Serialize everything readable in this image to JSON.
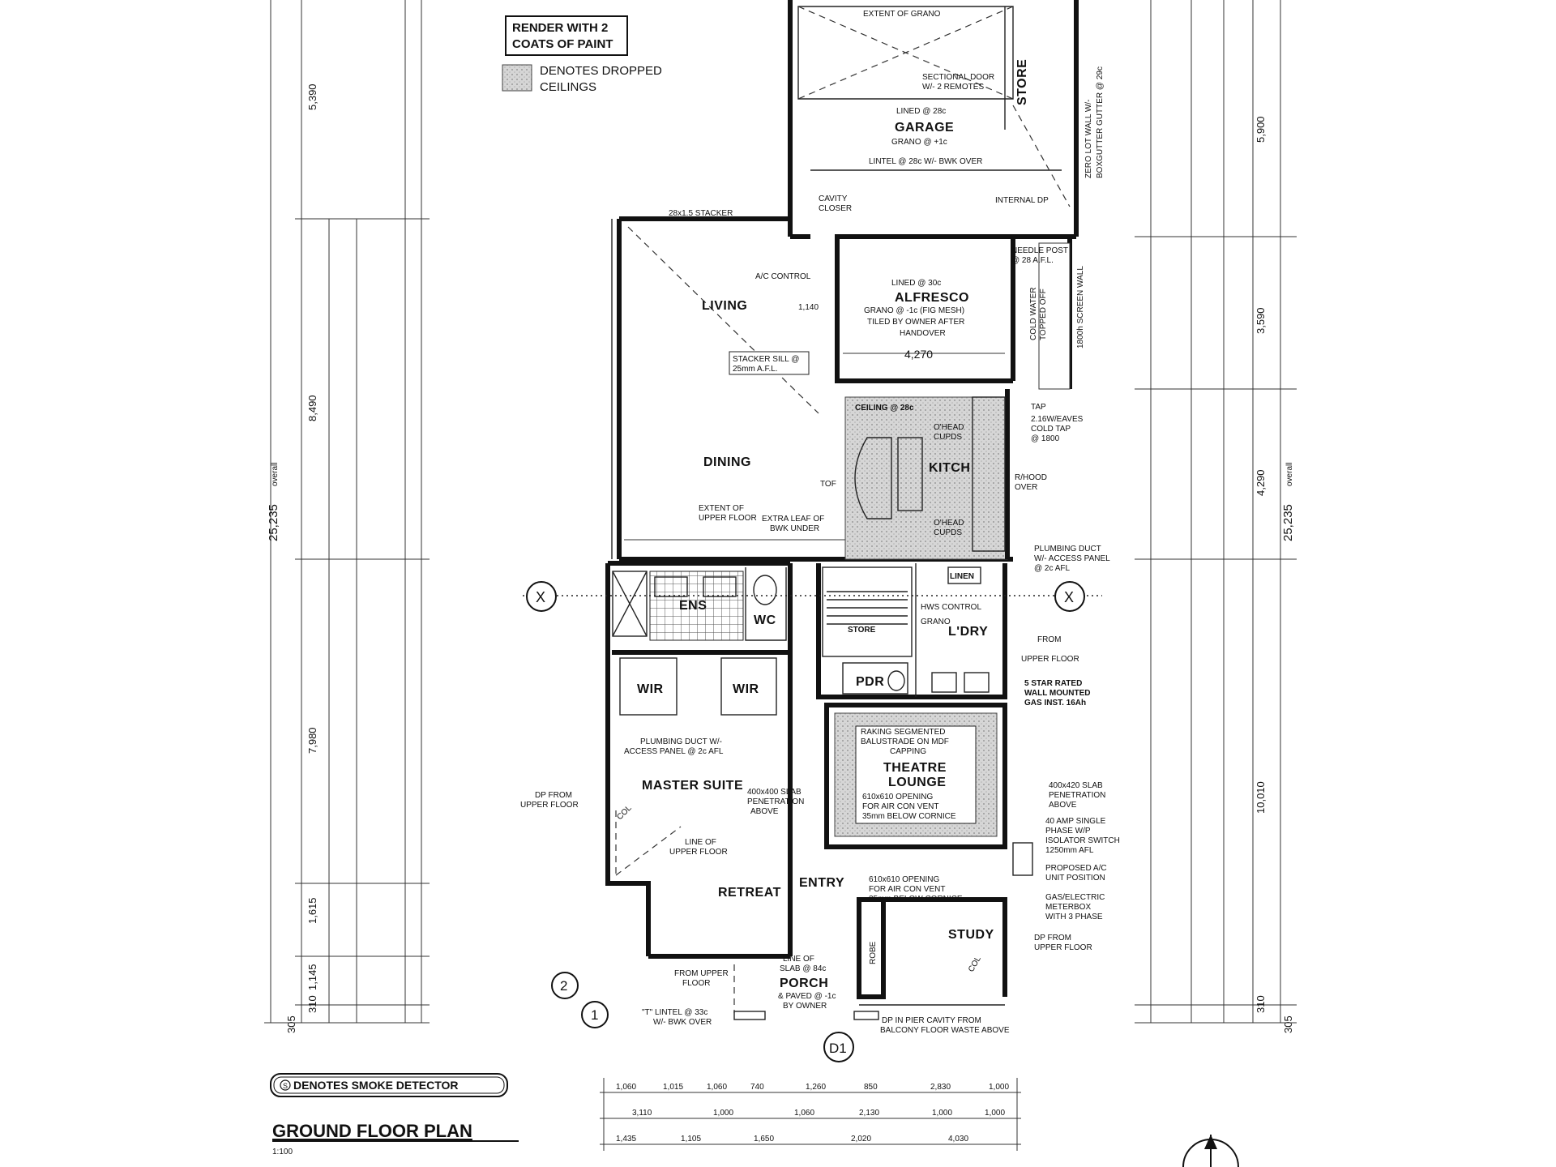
{
  "legend": {
    "render_note_line1": "RENDER WITH 2",
    "render_note_line2": "COATS OF PAINT",
    "dropped_line1": "DENOTES DROPPED",
    "dropped_line2": "CEILINGS",
    "smoke_detector": "DENOTES SMOKE DETECTOR",
    "smoke_symbol": "S"
  },
  "title": {
    "main": "GROUND FLOOR PLAN",
    "scale": "1:100"
  },
  "rooms": {
    "garage": "GARAGE",
    "store": "STORE",
    "living": "LIVING",
    "alfresco": "ALFRESCO",
    "dining": "DINING",
    "kitch": "KITCH",
    "ens": "ENS",
    "wc": "WC",
    "wir1": "WIR",
    "wir2": "WIR",
    "store2": "STORE",
    "ldry": "L'DRY",
    "linen": "LINEN",
    "pdr": "PDR",
    "theatre1": "THEATRE",
    "theatre2": "LOUNGE",
    "master": "MASTER SUITE",
    "retreat": "RETREAT",
    "entry": "ENTRY",
    "study": "STUDY",
    "porch": "PORCH"
  },
  "notes": {
    "extent_grano": "EXTENT OF GRANO",
    "sectional_door": "SECTIONAL DOOR",
    "sectional_door2": "W/- 2 REMOTES",
    "lined_garage": "LINED @ 28c",
    "grano_garage": "GRANO @ +1c",
    "lintel_garage": "LINTEL @ 28c W/- BWK OVER",
    "zero_lot": "ZERO LOT WALL W/-",
    "zero_lot2": "BOXGUTTER GUTTER @ 29c",
    "stacker_top": "28x1.5 STACKER",
    "cavity_closer": "CAVITY",
    "cavity_closer2": "CLOSER",
    "internal_dp": "INTERNAL DP",
    "ac_control": "A/C CONTROL",
    "lined_alf": "LINED @ 30c",
    "grano_alf": "GRANO @ -1c (FIG MESH)",
    "tiled_alf": "TILED BY OWNER AFTER",
    "handover": "HANDOVER",
    "dim_4270": "4,270",
    "stacker_sill": "STACKER SILL @",
    "stacker_sill2": "25mm A.F.L.",
    "needle_post": "NEEDLE POST",
    "needle_post2": "@ 28 A.F.L.",
    "cold_water": "COLD WATER",
    "cold_water2": "TOPPED OFF",
    "screen_wall": "1800h SCREEN WALL",
    "ceiling": "CEILING @ 28c",
    "ohead_cupds": "O'HEAD",
    "ohead_cupds2": "CUPDS",
    "tap": "TAP",
    "eaves_tap": "2.16W/EAVES",
    "eaves_tap2": "COLD TAP",
    "eaves_tap3": "@ 1800",
    "rhood": "R/HOOD",
    "rhood2": "OVER",
    "tof": "TOF",
    "extent_upper": "EXTENT OF",
    "extent_upper2": "UPPER FLOOR",
    "extra_leaf": "EXTRA LEAF OF",
    "extra_leaf2": "BWK UNDER",
    "plumbing_duct": "PLUMBING DUCT",
    "plumbing_duct2": "W/- ACCESS PANEL",
    "plumbing_duct3": "@ 2c AFL",
    "hws_control": "HWS CONTROL",
    "grano_ldry": "GRANO",
    "upper_floor_dp": "FROM",
    "upper_floor_dp2": "UPPER FLOOR",
    "gas_ins": "5 STAR RATED",
    "gas_ins2": "WALL MOUNTED",
    "gas_ins3": "GAS INST. 16Ah",
    "raking": "RAKING SEGMENTED",
    "raking2": "BALUSTRADE ON MDF",
    "raking3": "CAPPING",
    "opening": "610x610 OPENING",
    "opening2": "FOR AIR CON VENT",
    "opening3": "35mm BELOW CORNICE",
    "slab_pen": "400x420 SLAB",
    "slab_pen2": "PENETRATION",
    "slab_pen3": "ABOVE",
    "amp": "40 AMP SINGLE",
    "amp2": "PHASE W/P",
    "amp3": "ISOLATOR SWITCH",
    "amp4": "1250mm AFL",
    "ac_unit": "PROPOSED A/C",
    "ac_unit2": "UNIT POSITION",
    "meterbox": "GAS/ELECTRIC",
    "meterbox2": "METERBOX",
    "meterbox3": "WITH 3 PHASE",
    "dp_upper_r": "DP FROM",
    "dp_upper_r2": "UPPER FLOOR",
    "master_duct": "PLUMBING DUCT W/-",
    "master_duct2": "ACCESS PANEL @ 2c AFL",
    "master_slab": "400x400 SLAB",
    "master_slab2": "PENETRATION",
    "master_slab3": "ABOVE",
    "line_upper": "LINE OF",
    "line_upper2": "UPPER FLOOR",
    "dp_upper_l": "DP FROM",
    "dp_upper_l2": "UPPER FLOOR",
    "entry_opening": "610x610 OPENING",
    "entry_opening2": "FOR AIR CON VENT",
    "entry_opening3": "35mm BELOW CORNICE",
    "porch_slab": "LINE OF",
    "porch_slab2": "SLAB @ 84c",
    "porch_paved": "& PAVED @ -1c",
    "porch_owner": "BY OWNER",
    "lintel_porch": "\"T\" LINTEL @ 33c",
    "lintel_porch2": "W/- BWK OVER",
    "balcony": "DP IN PIER CAVITY FROM",
    "balcony2": "BALCONY FLOOR WASTE ABOVE",
    "from_upper": "FROM UPPER",
    "from_upper2": "FLOOR",
    "col": "COL",
    "robe": "ROBE",
    "dim_1140": "1,140"
  },
  "markers": {
    "section_x_left": "X",
    "section_x_right": "X",
    "marker_2": "2",
    "marker_1": "1",
    "marker_d1": "D1"
  },
  "left_dims": {
    "overall": "25,235",
    "overall_unit": "overall",
    "d1": "5,390",
    "d2": "8,490",
    "d3": "7,980",
    "d4": "1,615",
    "d5": "1,145",
    "d6": "305",
    "d7": "310"
  },
  "right_dims": {
    "overall": "25,235",
    "overall_unit": "overall",
    "d1": "5,900",
    "d2": "3,590",
    "d3": "4,290",
    "d4": "10,010",
    "d5": "305",
    "d6": "310"
  },
  "bottom_dims": {
    "row1": [
      "1,060",
      "1,015",
      "1,060",
      "740",
      "1,260",
      "850",
      "2,830",
      "1,000"
    ],
    "row2": [
      "3,110",
      "1,000",
      "1,060",
      "2,130",
      "1,000",
      "1,000"
    ],
    "row3": [
      "1,435",
      "1,105",
      "1,650",
      "2,020",
      "4,030"
    ]
  }
}
